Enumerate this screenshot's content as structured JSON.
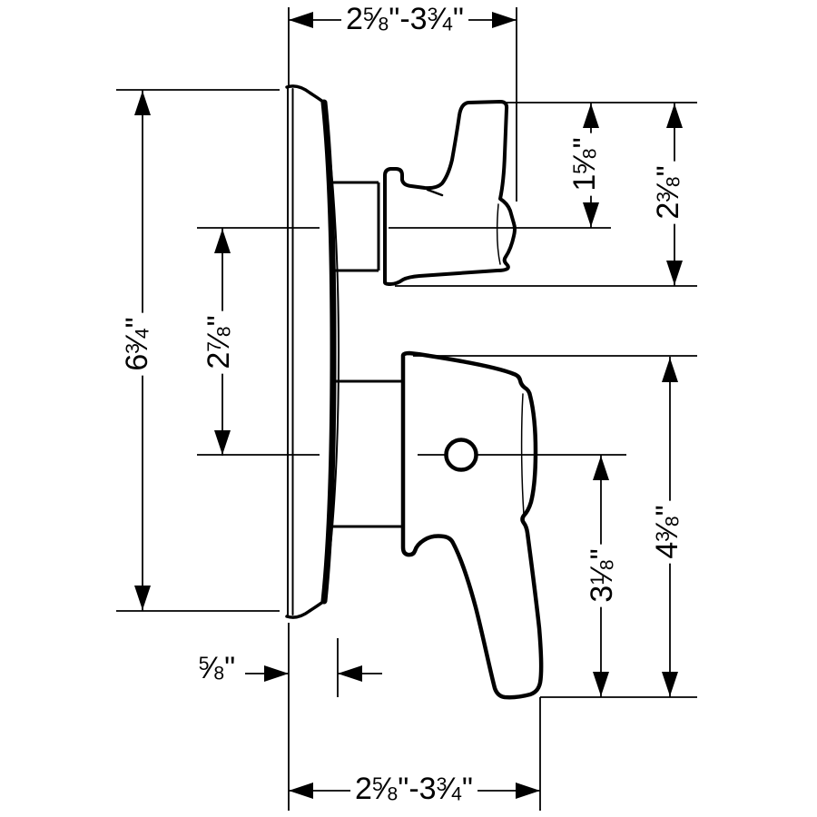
{
  "figure": {
    "type": "technical-dimension-drawing",
    "subject": "Shower valve trim with escutcheon and two handles - side elevation",
    "background_color": "#ffffff",
    "line_color": "#000000",
    "units": "inches",
    "dimensions": {
      "top_width": "2 5/8\"-3 3/4\"",
      "escutcheon_height": "6 3/4\"",
      "handle_center_spacing": "2 7/8\"",
      "upper_handle_above_center": "1 5/8\"",
      "upper_handle_height": "2 3/8\"",
      "escutcheon_depth": "5/8\"",
      "lower_center_to_handle_end": "3 1/8\"",
      "lower_handle_height": "4 3/8\"",
      "bottom_width": "2 5/8\"-3 3/4\""
    }
  }
}
